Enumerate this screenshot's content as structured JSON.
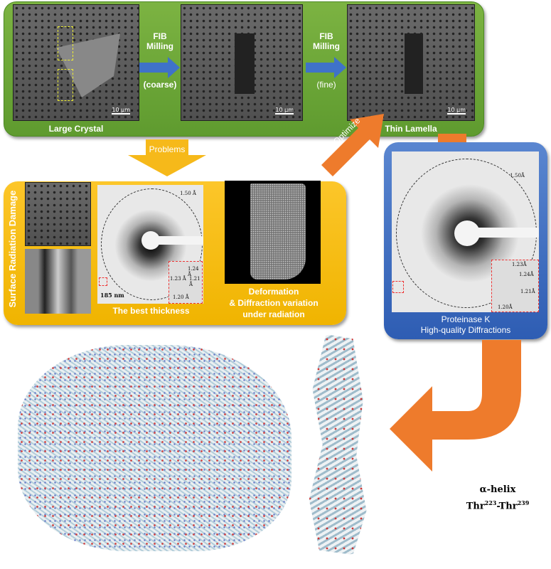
{
  "top_panel": {
    "step1_caption": "Large Crystal",
    "step3_caption": "Thin Lamella",
    "arrow1": {
      "line1": "FIB",
      "line2": "Milling",
      "line3": "(coarse)"
    },
    "arrow2": {
      "line1": "FIB",
      "line2": "Milling",
      "line3": "(fine)"
    },
    "scale_bar": "10 μm"
  },
  "problems_arrow": "Problems",
  "optimize_arrow": "Optimize",
  "problems_panel": {
    "vertical_label": "Surface Radiation Damage",
    "diffraction": {
      "ring_label": "1.50 Å",
      "thickness": "185 nm",
      "spots": [
        "1.24 Å",
        "1.23 Å",
        "1.21 Å",
        "1.20 Å"
      ]
    },
    "diffraction_caption": "The best thickness",
    "deformation_caption_1": "Deformation",
    "deformation_caption_2": "& Diffraction variation",
    "deformation_caption_3": "under radiation"
  },
  "result_panel": {
    "ring_label": "1.50Å",
    "spots": [
      "1.23Å",
      "1.24Å",
      "1.21Å",
      "1.20Å"
    ],
    "caption_1": "Proteinase K",
    "caption_2": "High-quality Diffractions"
  },
  "helix_label": {
    "line1": "α-helix",
    "res1": "Thr",
    "sup1": "223",
    "dash": "-Thr",
    "sup2": "239"
  },
  "colors": {
    "green": "#6aa535",
    "yellow": "#f8bf1a",
    "blue": "#3d6cc0",
    "orange": "#ee7b2c",
    "arrow_blue": "#3f72c9"
  }
}
